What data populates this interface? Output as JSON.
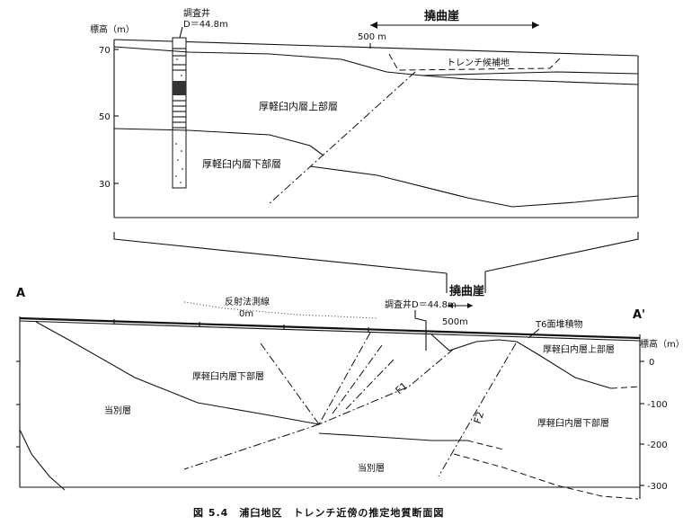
{
  "top_section": {
    "axis_label": "標高（m）",
    "ticks": [
      "70",
      "50",
      "30"
    ],
    "borehole_label": "調査井",
    "borehole_depth": "D＝44.8m",
    "distance_label": "500 m",
    "flexure_label": "撓曲崖",
    "trench_label": "トレンチ候補地",
    "upper_layer": "厚軽臼内層上部層",
    "lower_layer": "厚軽臼内層下部層"
  },
  "bottom_section": {
    "point_a": "A",
    "point_a_prime": "A'",
    "seismic_line": "反射法測線",
    "zero_label": "0m",
    "borehole_label": "調査井D＝44.8m",
    "distance_label": "500m",
    "flexure_label": "撓曲崖",
    "terrace_label": "T6面堆積物",
    "axis_label": "標高（m）",
    "ticks": [
      "0",
      "-100",
      "-200",
      "-300"
    ],
    "upper_layer_right": "厚軽臼内層上部層",
    "lower_layer_left": "厚軽臼内層下部層",
    "lower_layer_right": "厚軽臼内層下部層",
    "tobetsu_upper": "当別層",
    "tobetsu_lower": "当別層",
    "fault_f1": "F1",
    "fault_f2": "F2"
  },
  "caption": "図 5.4　浦臼地区　トレンチ近傍の推定地質断面図"
}
